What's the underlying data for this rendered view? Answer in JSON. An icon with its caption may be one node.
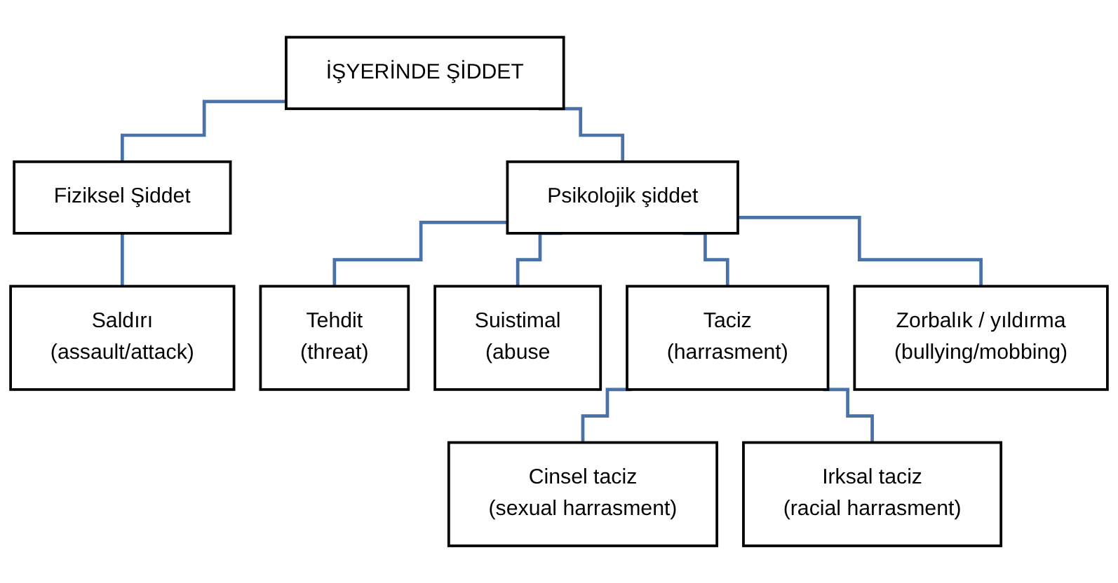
{
  "diagram": {
    "nodes": [
      {
        "text": [
          "İŞYERİNDE ŞİDDET"
        ]
      },
      {
        "text": [
          "Fiziksel Şiddet"
        ]
      },
      {
        "text": [
          "Psikolojik şiddet"
        ]
      },
      {
        "text": [
          "Saldırı",
          "(assault/attack)"
        ]
      },
      {
        "text": [
          "Tehdit",
          "(threat)"
        ]
      },
      {
        "text": [
          "Suistimal",
          "(abuse"
        ]
      },
      {
        "text": [
          "Taciz",
          "(harrasment)"
        ]
      },
      {
        "text": [
          "Zorbalık / yıldırma",
          "(bullying/mobbing)"
        ]
      },
      {
        "text": [
          "Cinsel taciz",
          "(sexual harrasment)"
        ]
      },
      {
        "text": [
          "Irksal taciz",
          "(racial harrasment)"
        ]
      }
    ],
    "edges": [
      {
        "from": 0,
        "to": 1,
        "arrow": "none"
      },
      {
        "from": 0,
        "to": 2,
        "arrow": "none"
      },
      {
        "from": 1,
        "to": 3,
        "arrow": "none"
      },
      {
        "from": 2,
        "to": 4,
        "arrow": "none"
      },
      {
        "from": 2,
        "to": 5,
        "arrow": "none"
      },
      {
        "from": 2,
        "to": 6,
        "arrow": "none"
      },
      {
        "from": 2,
        "to": 7,
        "arrow": "none"
      },
      {
        "from": 6,
        "to": 8,
        "arrow": "none"
      },
      {
        "from": 6,
        "to": 9,
        "arrow": "none"
      }
    ]
  }
}
